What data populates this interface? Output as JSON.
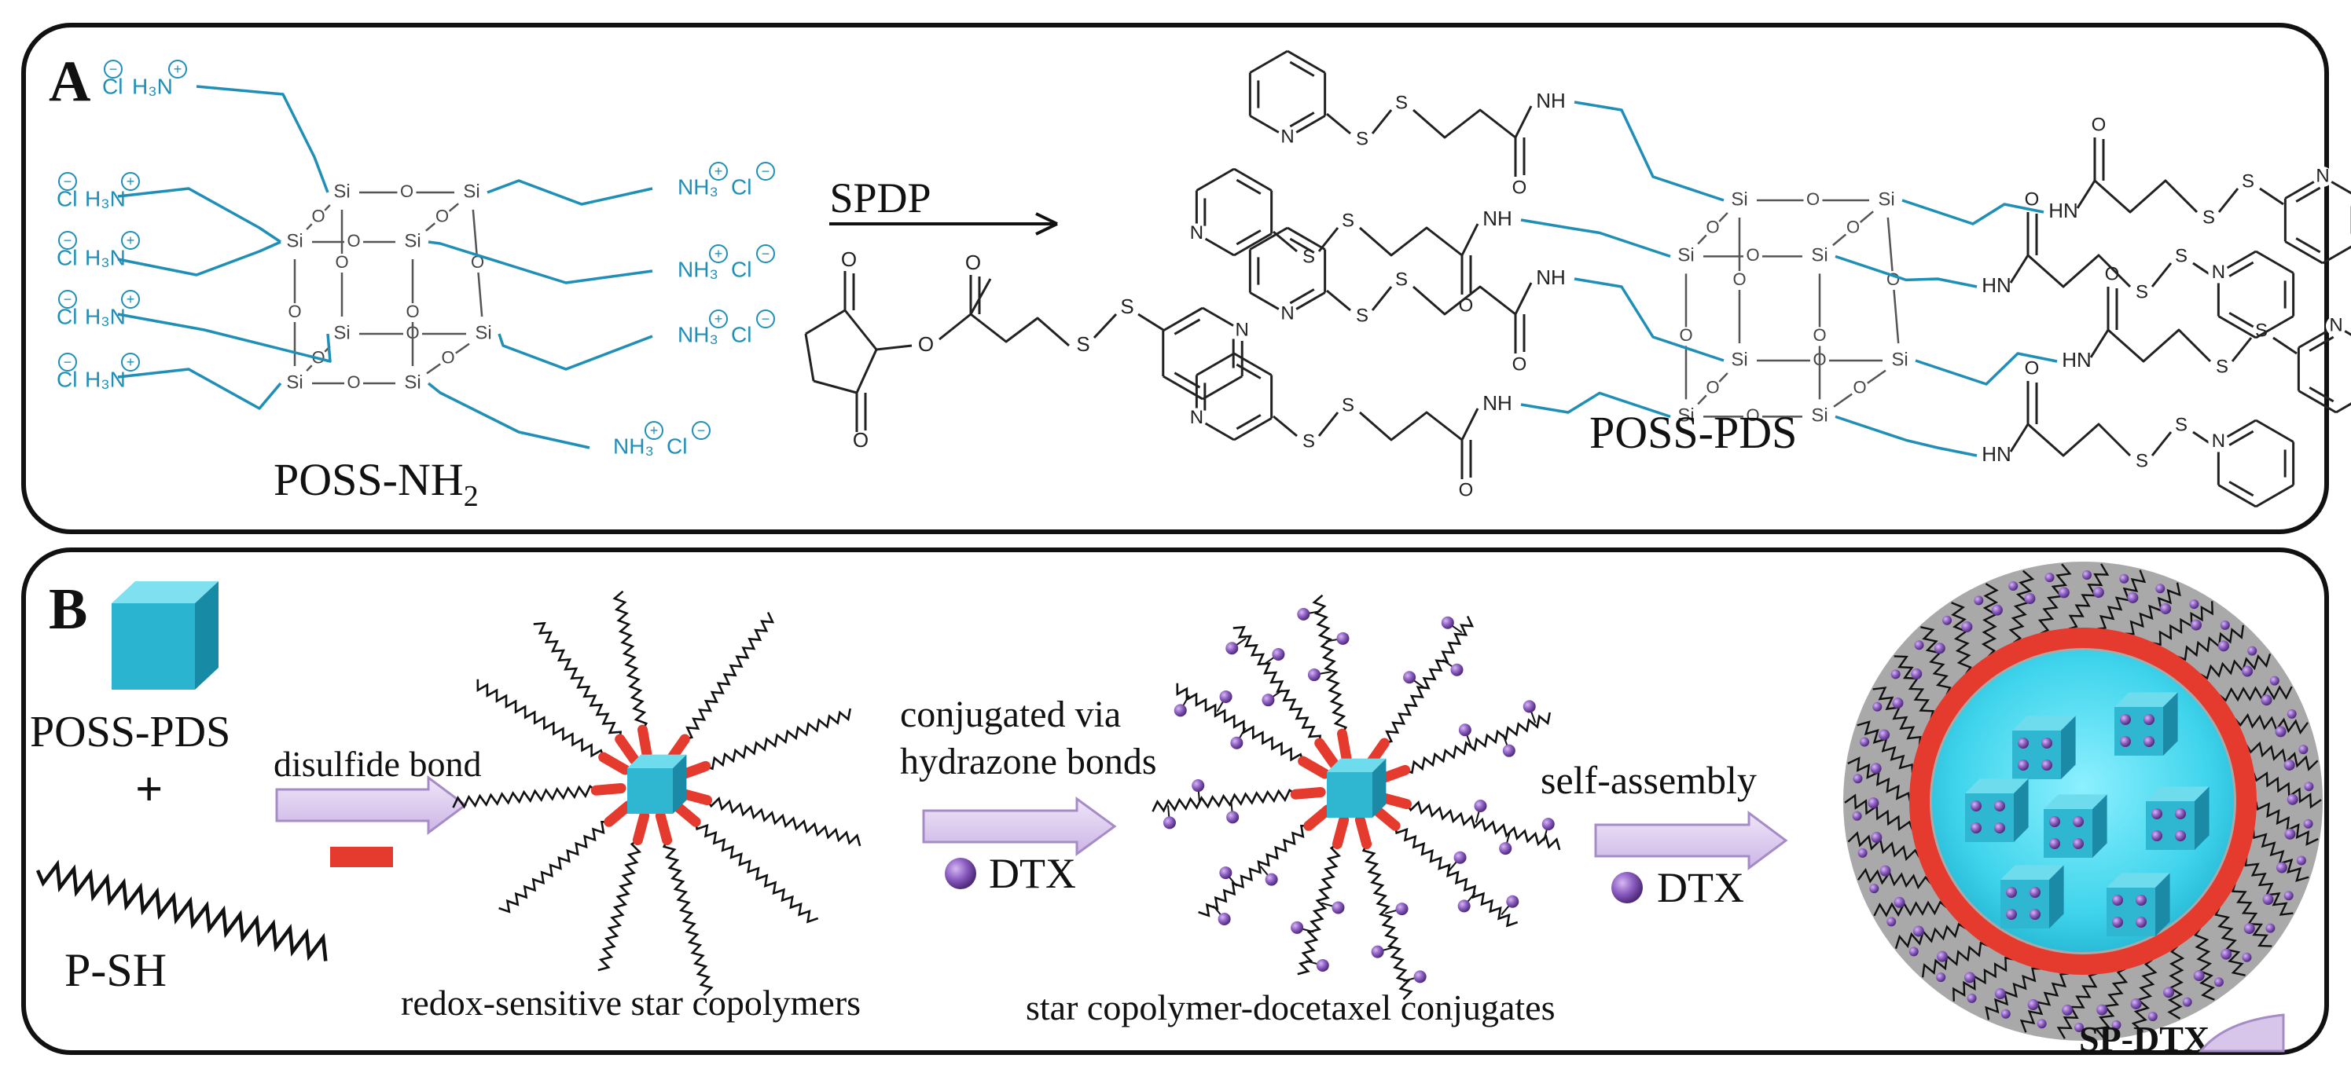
{
  "panel_a": {
    "letter": "A",
    "reactant_label": "POSS-NH",
    "reactant_sub": "2",
    "reagent_label": "SPDP",
    "product_label": "POSS-PDS",
    "atoms": {
      "si": "Si",
      "o": "O",
      "n": "N",
      "s": "S",
      "nh": "NH",
      "hn": "HN",
      "h3n": "H₃N",
      "nh3": "NH₃",
      "cl": "Cl",
      "plus": "+",
      "minus": "−"
    }
  },
  "panel_b": {
    "letter": "B",
    "poss_pds_label": "POSS-PDS",
    "plus": "+",
    "psh_label": "P-SH",
    "step1_label": "disulfide bond",
    "star_label": "redox-sensitive star copolymers",
    "step2_label_line1": "conjugated via",
    "step2_label_line2": "hydrazone bonds",
    "dtx_label": "DTX",
    "conjugate_label": "star copolymer-docetaxel conjugates",
    "step3_label": "self-assembly",
    "micelle_label": "SP-DTX"
  },
  "colors": {
    "blue_chain": "#1f8fb8",
    "cube_face": "#2fb6d0",
    "cube_top": "#6fdcee",
    "cube_side": "#1a8aa6",
    "red_linker": "#e53a2e",
    "arrow_fill": "#d9c7ec",
    "arrow_stroke": "#a58cc6",
    "dtx_purple": "#7a4fa8",
    "shell_gray": "#a9a9a9",
    "core_cyan": "#3fd4ec"
  }
}
